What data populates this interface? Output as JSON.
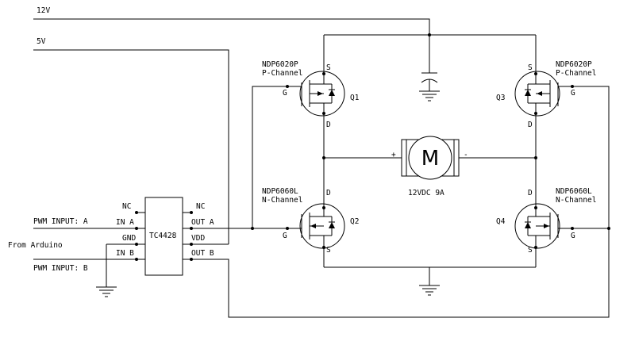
{
  "rails": {
    "v12": "12V",
    "v5": "5V"
  },
  "driver": {
    "name": "TC4428",
    "pins": {
      "nc_left": "NC",
      "in_a": "IN A",
      "gnd": "GND",
      "in_b": "IN B",
      "nc_right": "NC",
      "out_a": "OUT A",
      "vdd": "VDD",
      "out_b": "OUT B"
    }
  },
  "inputs": {
    "pwm_a": "PWM INPUT: A",
    "from": "From Arduino",
    "pwm_b": "PWM INPUT: B"
  },
  "q1": {
    "ref": "Q1",
    "part": "NDP6020P",
    "type": "P-Channel",
    "g": "G",
    "s": "S",
    "d": "D"
  },
  "q2": {
    "ref": "Q2",
    "part": "NDP6060L",
    "type": "N-Channel",
    "g": "G",
    "s": "S",
    "d": "D"
  },
  "q3": {
    "ref": "Q3",
    "part": "NDP6020P",
    "type": "P-Channel",
    "g": "G",
    "s": "S",
    "d": "D"
  },
  "q4": {
    "ref": "Q4",
    "part": "NDP6060L",
    "type": "N-Channel",
    "g": "G",
    "s": "S",
    "d": "D"
  },
  "motor": {
    "symbol": "M",
    "rating": "12VDC 9A",
    "plus": "+",
    "minus": "-"
  }
}
